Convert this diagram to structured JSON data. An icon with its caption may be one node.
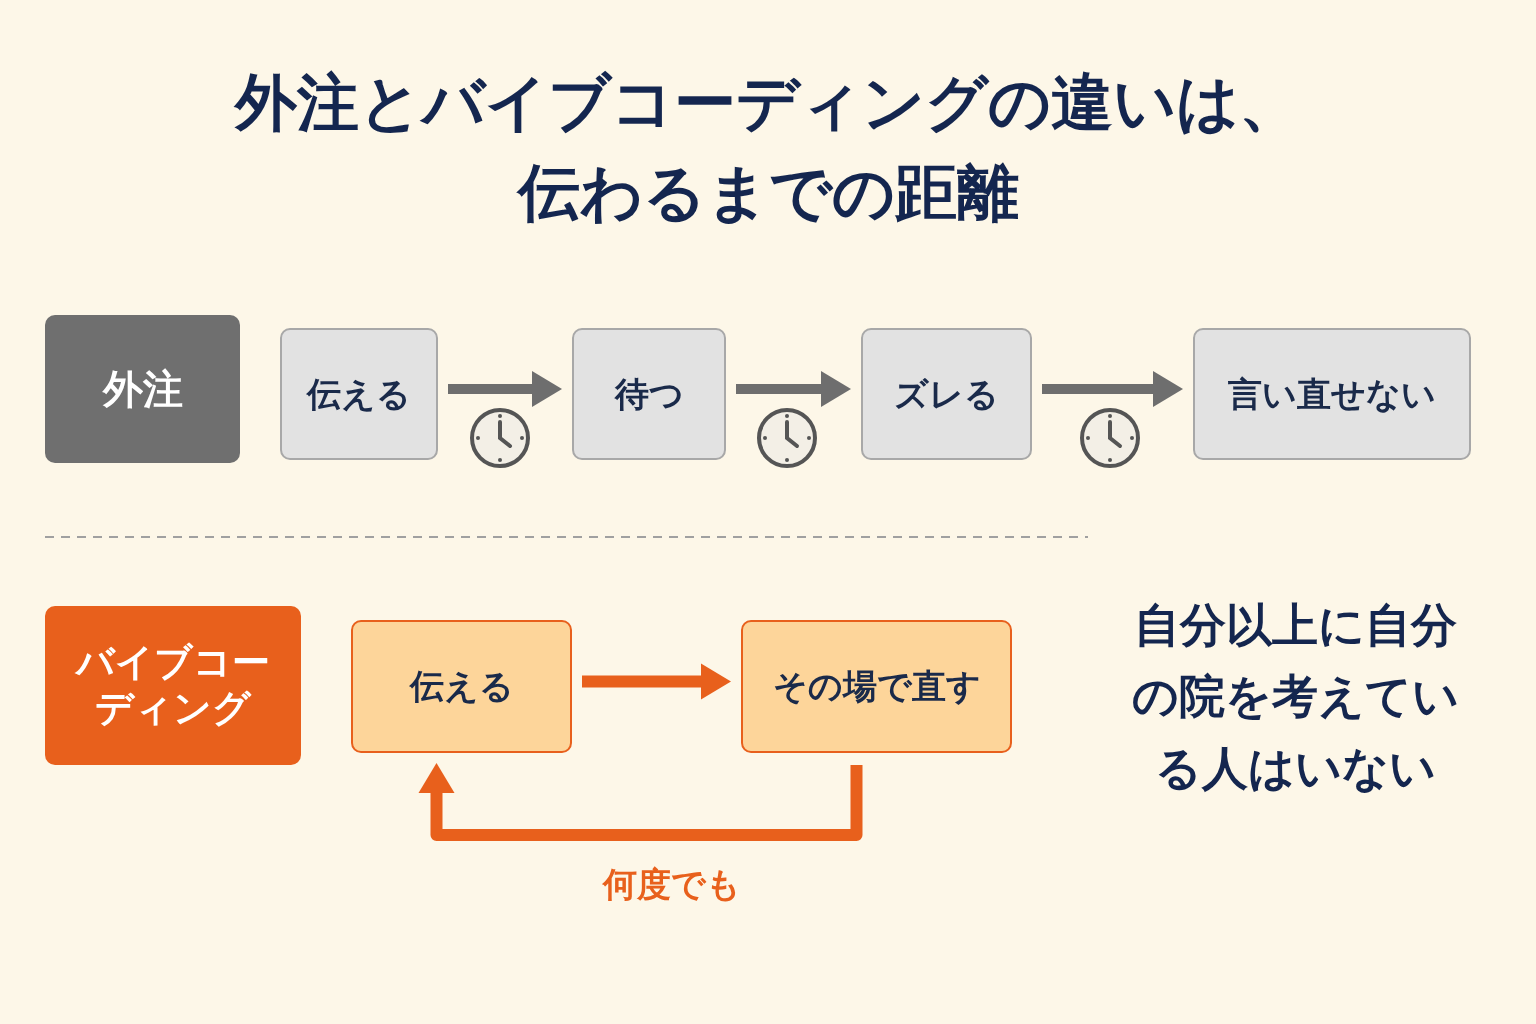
{
  "diagram": {
    "title": "外注とバイブコーディングの違いは、伝わるまでの距離",
    "nodes": [
      {
        "text": [
          "外注"
        ]
      },
      {
        "text": [
          "伝える"
        ]
      },
      {
        "text": [
          "待つ"
        ]
      },
      {
        "text": [
          "ズレる"
        ]
      },
      {
        "text": [
          "言い直せない"
        ]
      },
      {
        "text": [
          "バイブコーディング"
        ]
      },
      {
        "text": [
          "伝える"
        ]
      },
      {
        "text": [
          "その場で直す"
        ]
      }
    ],
    "edges": [
      {
        "from": 1,
        "to": 2,
        "arrow": "to"
      },
      {
        "from": 2,
        "to": 3,
        "arrow": "to"
      },
      {
        "from": 3,
        "to": 4,
        "arrow": "to"
      },
      {
        "from": 6,
        "to": 7,
        "arrow": "to",
        "color": "#e8601c"
      },
      {
        "from": 7,
        "to": 6,
        "arrow": "to",
        "label": "何度でも",
        "color": "#e8601c"
      }
    ],
    "labels": [
      "自分以上に自分の院を考えている人はいない"
    ]
  }
}
